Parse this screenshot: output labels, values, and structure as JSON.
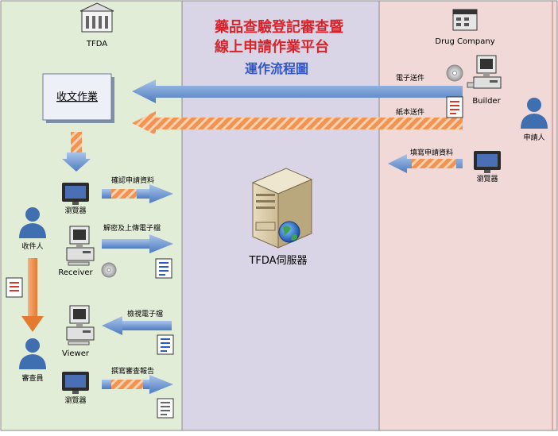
{
  "title": {
    "line1": "藥品查驗登記審查暨",
    "line2": "線上申請作業平台",
    "line3": "運作流程圖"
  },
  "colors": {
    "left_panel": "#e2edd8",
    "center_panel": "#d9d5e6",
    "right_panel": "#f0d9d7",
    "title_red": "#d8232a",
    "title_blue": "#2f55c8",
    "arrow_blue": "#5b87c5",
    "arrow_orange": "#f29352",
    "person_blue": "#3f6fb0"
  },
  "left": {
    "org_label": "TFDA",
    "receipt_box": "收文作業",
    "browser1_label": "瀏覽器",
    "confirm_label": "確認申請資料",
    "receiver_label": "Receiver",
    "decrypt_label": "解密及上傳電子檔",
    "clerk_label": "收件人",
    "viewer_label": "Viewer",
    "view_label": "檢視電子檔",
    "reviewer_label": "審查員",
    "report_label": "撰寫審查報告",
    "browser2_label": "瀏覽器"
  },
  "center": {
    "server_label": "TFDA伺服器"
  },
  "right": {
    "company_label": "Drug Company",
    "builder_label": "Builder",
    "applicant_label": "申請人",
    "browser_label": "瀏覽器",
    "electronic_label": "電子送件",
    "paper_label": "紙本送件",
    "fill_label": "填寫申請資料"
  }
}
